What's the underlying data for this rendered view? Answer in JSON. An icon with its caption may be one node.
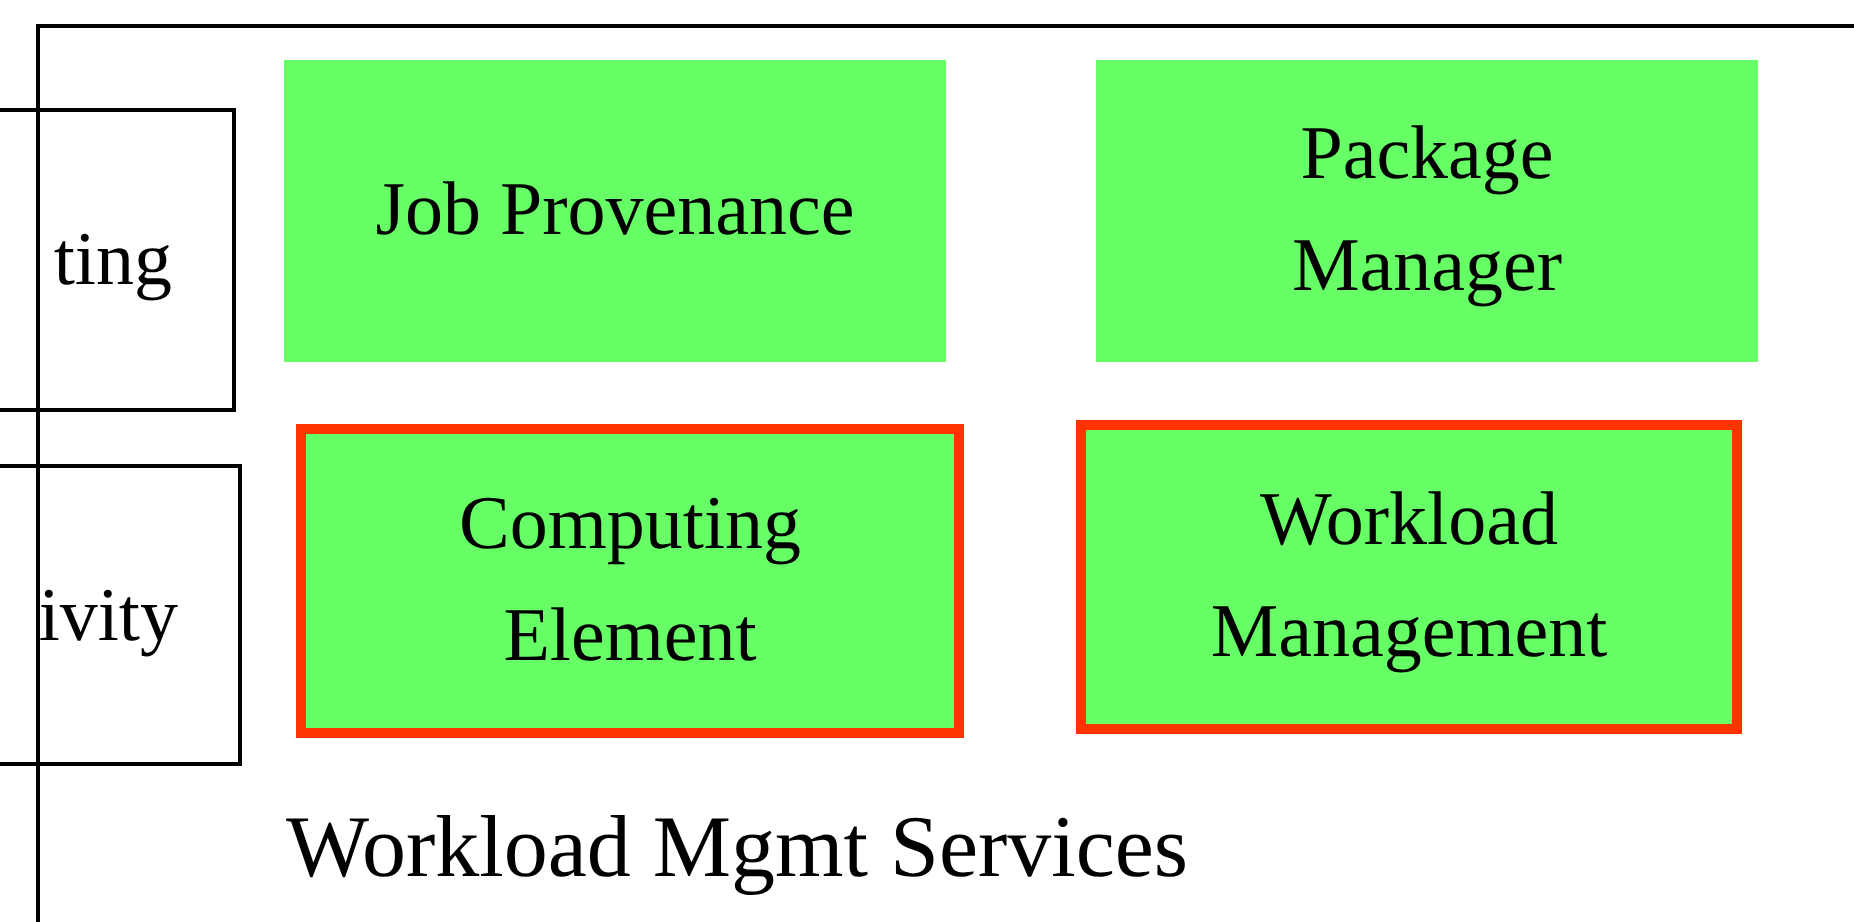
{
  "diagram": {
    "nodes": [
      {
        "text": [
          "Workload Mgmt Services"
        ]
      },
      {
        "text": [
          "ting"
        ]
      },
      {
        "text": [
          "ivity"
        ]
      },
      {
        "text": [
          "Job Provenance"
        ],
        "in": 0
      },
      {
        "text": [
          "Package Manager"
        ],
        "in": 0
      },
      {
        "text": [
          "Computing Element"
        ],
        "in": 0
      },
      {
        "text": [
          "Workload Management"
        ],
        "in": 0
      }
    ]
  }
}
